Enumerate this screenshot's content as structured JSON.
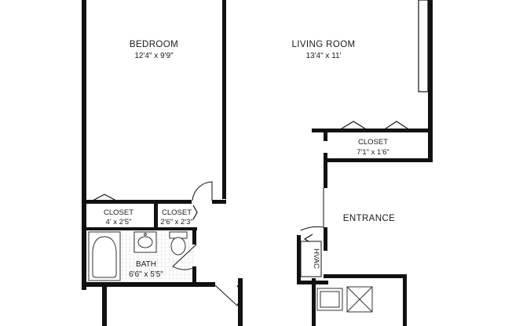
{
  "rooms": {
    "bedroom": {
      "name": "BEDROOM",
      "dims": "12'4\" x 9'9\""
    },
    "living_room": {
      "name": "LIVING ROOM",
      "dims": "13'4\" x 11'"
    },
    "closet_living": {
      "name": "CLOSET",
      "dims": "7'1\" x 1'6\""
    },
    "entrance": {
      "name": "ENTRANCE"
    },
    "closet_a": {
      "name": "CLOSET",
      "dims": "4' x 2'5\""
    },
    "closet_b": {
      "name": "CLOSET",
      "dims": "2'6\" x 2'3\""
    },
    "bath": {
      "name": "BATH",
      "dims": "6'6\" x 5'5\""
    },
    "hvac": {
      "name": "HVAC"
    }
  },
  "colors": {
    "wall": "#111111",
    "fixture": "#333333",
    "tile": "#cfcfcf"
  }
}
